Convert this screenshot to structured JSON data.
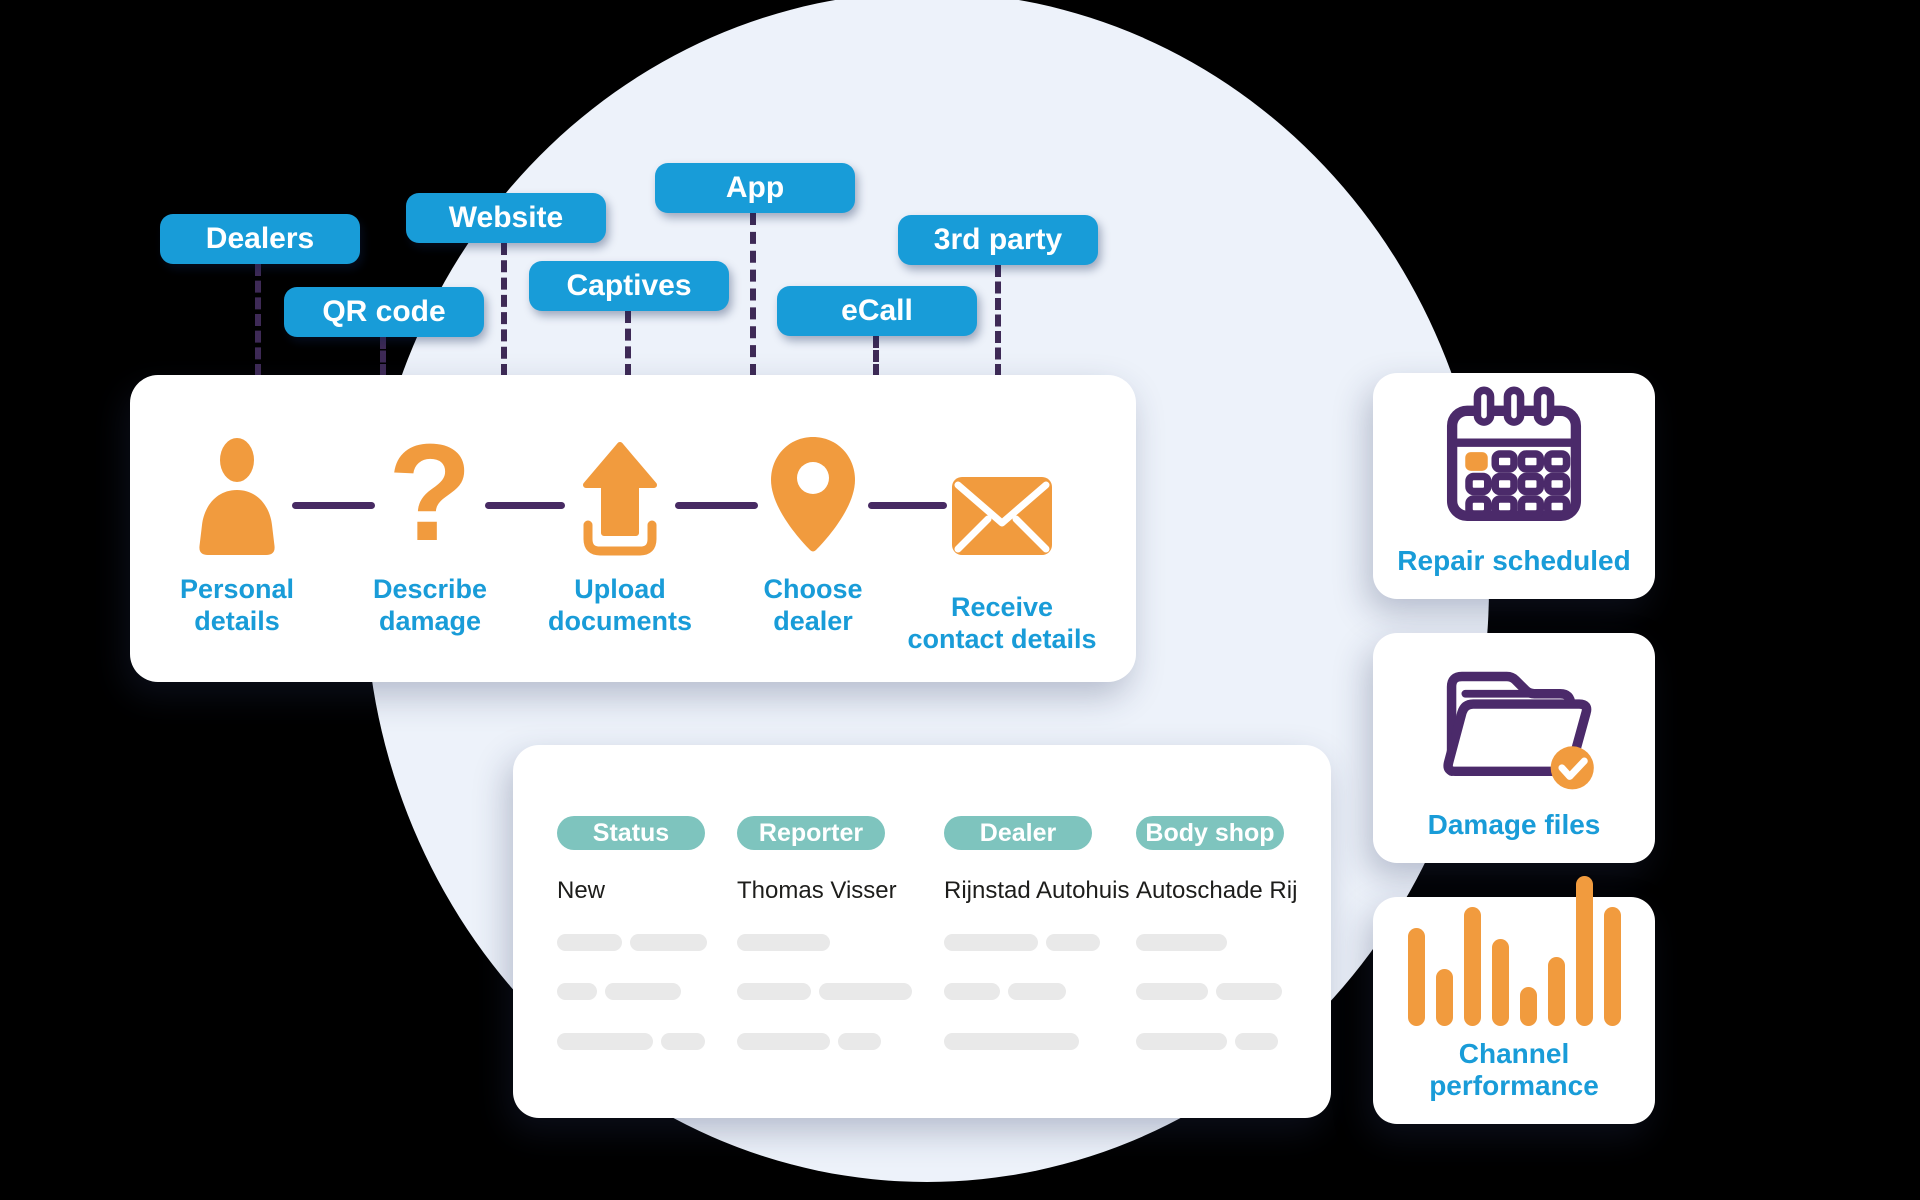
{
  "colors": {
    "page_background": "#000000",
    "circle_background": "#edf2fa",
    "tag_blue": "#189cd8",
    "accent_orange": "#f19b3e",
    "line_purple": "#472a63",
    "dash_purple": "#3e2a56",
    "chip_teal": "#7ec4be",
    "label_blue": "#199cd8",
    "table_text": "#1d1d1b",
    "skeleton_gray": "#e9e9e9"
  },
  "channels": [
    {
      "label": "Dealers"
    },
    {
      "label": "QR code"
    },
    {
      "label": "Website"
    },
    {
      "label": "Captives"
    },
    {
      "label": "App"
    },
    {
      "label": "eCall"
    },
    {
      "label": "3rd party"
    }
  ],
  "process_steps": [
    {
      "icon": "person-icon",
      "label": "Personal\ndetails"
    },
    {
      "icon": "question-mark-icon",
      "label": "Describe\ndamage",
      "glyph": "?"
    },
    {
      "icon": "upload-icon",
      "label": "Upload\ndocuments"
    },
    {
      "icon": "location-pin-icon",
      "label": "Choose\ndealer"
    },
    {
      "icon": "envelope-icon",
      "label": "Receive\ncontact details"
    }
  ],
  "claims_table": {
    "headers": [
      "Status",
      "Reporter",
      "Dealer",
      "Body shop"
    ],
    "row": [
      "New",
      "Thomas Visser",
      "Rijnstad Autohuis",
      "Autoschade Rij"
    ],
    "skeleton_rows": [
      [
        [
          65,
          77
        ],
        [
          93
        ],
        [
          94,
          54
        ],
        [
          91
        ]
      ],
      [
        [
          40,
          76
        ],
        [
          74,
          93
        ],
        [
          56,
          58
        ],
        [
          72,
          66
        ]
      ],
      [
        [
          96,
          44
        ],
        [
          93,
          43
        ],
        [
          135
        ],
        [
          91,
          43
        ]
      ]
    ]
  },
  "side_cards": [
    {
      "icon": "calendar-icon",
      "label": "Repair scheduled"
    },
    {
      "icon": "folder-check-icon",
      "label": "Damage files"
    },
    {
      "icon": "bar-chart-icon",
      "label": "Channel performance",
      "bars": [
        98,
        57,
        119,
        87,
        39,
        69,
        150,
        119
      ]
    }
  ]
}
